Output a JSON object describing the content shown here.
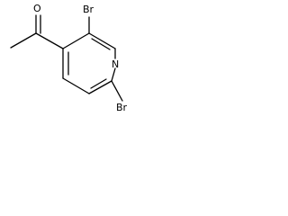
{
  "structure": {
    "atoms": {
      "bromine_top": "Br",
      "bromine_bottom": "Br",
      "nitrogen": "N",
      "oxygen": "O"
    }
  }
}
